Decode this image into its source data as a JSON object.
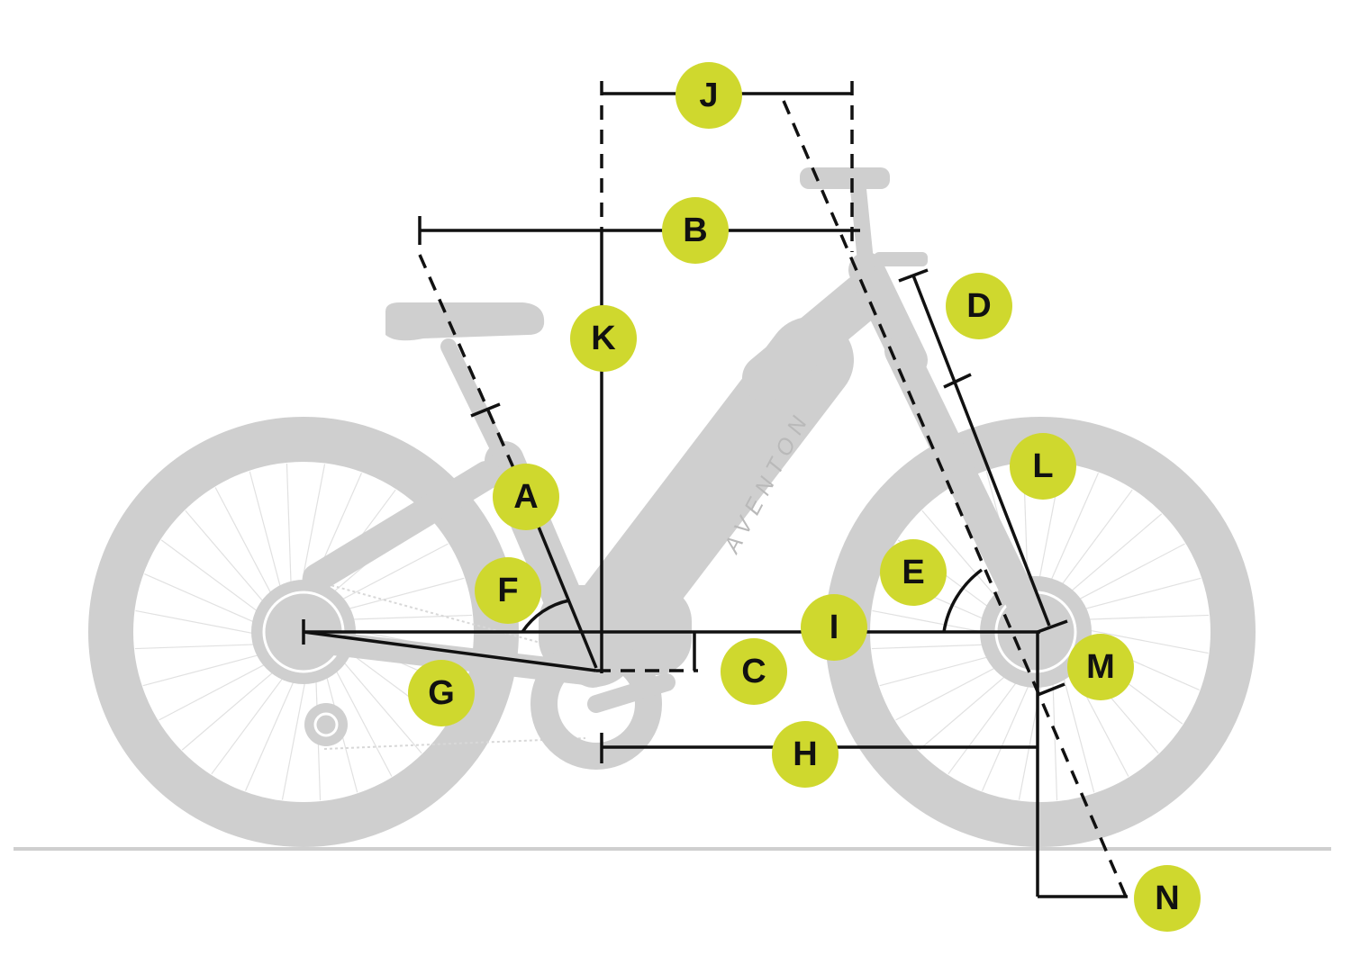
{
  "brand": {
    "frame_logo": "AVENTON"
  },
  "colors": {
    "badge": "#cfd82e",
    "bike": "#cfcfcf",
    "dimension_line": "#111111",
    "ground": "#cfcfcf"
  },
  "labels": {
    "A": "A",
    "B": "B",
    "C": "C",
    "D": "D",
    "E": "E",
    "F": "F",
    "G": "G",
    "H": "H",
    "I": "I",
    "J": "J",
    "K": "K",
    "L": "L",
    "M": "M",
    "N": "N"
  }
}
